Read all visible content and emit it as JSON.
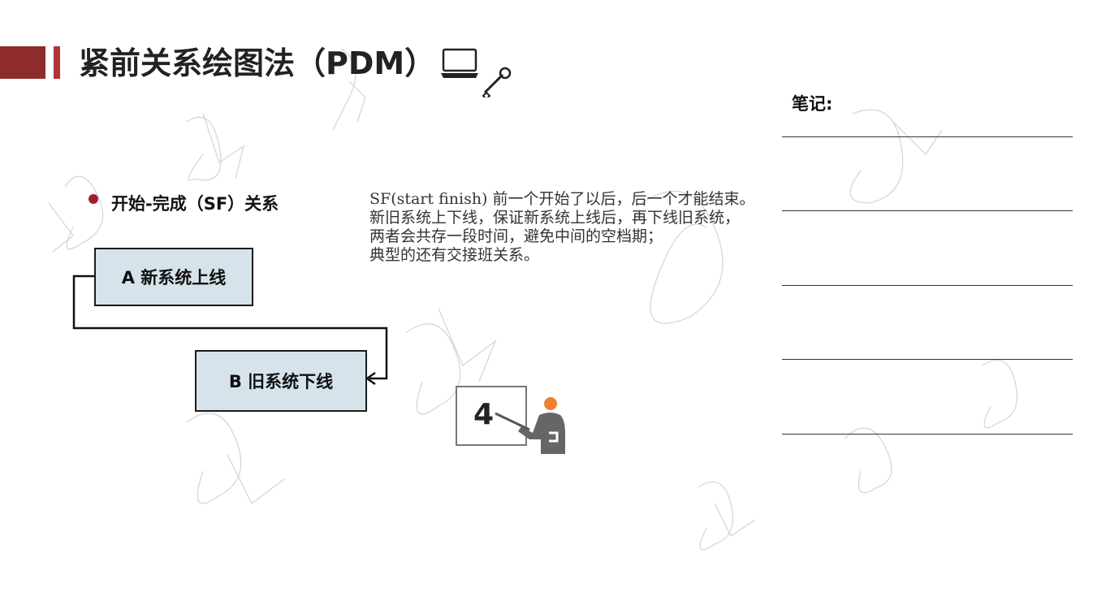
{
  "title": "紧前关系绘图法（PDM）",
  "notes": {
    "label": "笔记:"
  },
  "bullet": {
    "text": "开始-完成（SF）关系"
  },
  "description": {
    "lines": [
      "SF(start finish) 前一个开始了以后，后一个才能结束。",
      "新旧系统上下线，保证新系统上线后，再下线旧系统，",
      "两者会共存一段时间，避免中间的空档期；",
      "典型的还有交接班关系。"
    ]
  },
  "diagram": {
    "box_a": "A 新系统上线",
    "box_b": "B 旧系统下线"
  },
  "presenter": {
    "number": "4"
  },
  "colors": {
    "accent": "#8e2b2b",
    "box_fill": "#d6e3ea",
    "bullet": "#a41d2b",
    "presenter_head": "#f07f2e"
  },
  "icons": [
    "laptop-tools-icon",
    "presenter-icon"
  ]
}
